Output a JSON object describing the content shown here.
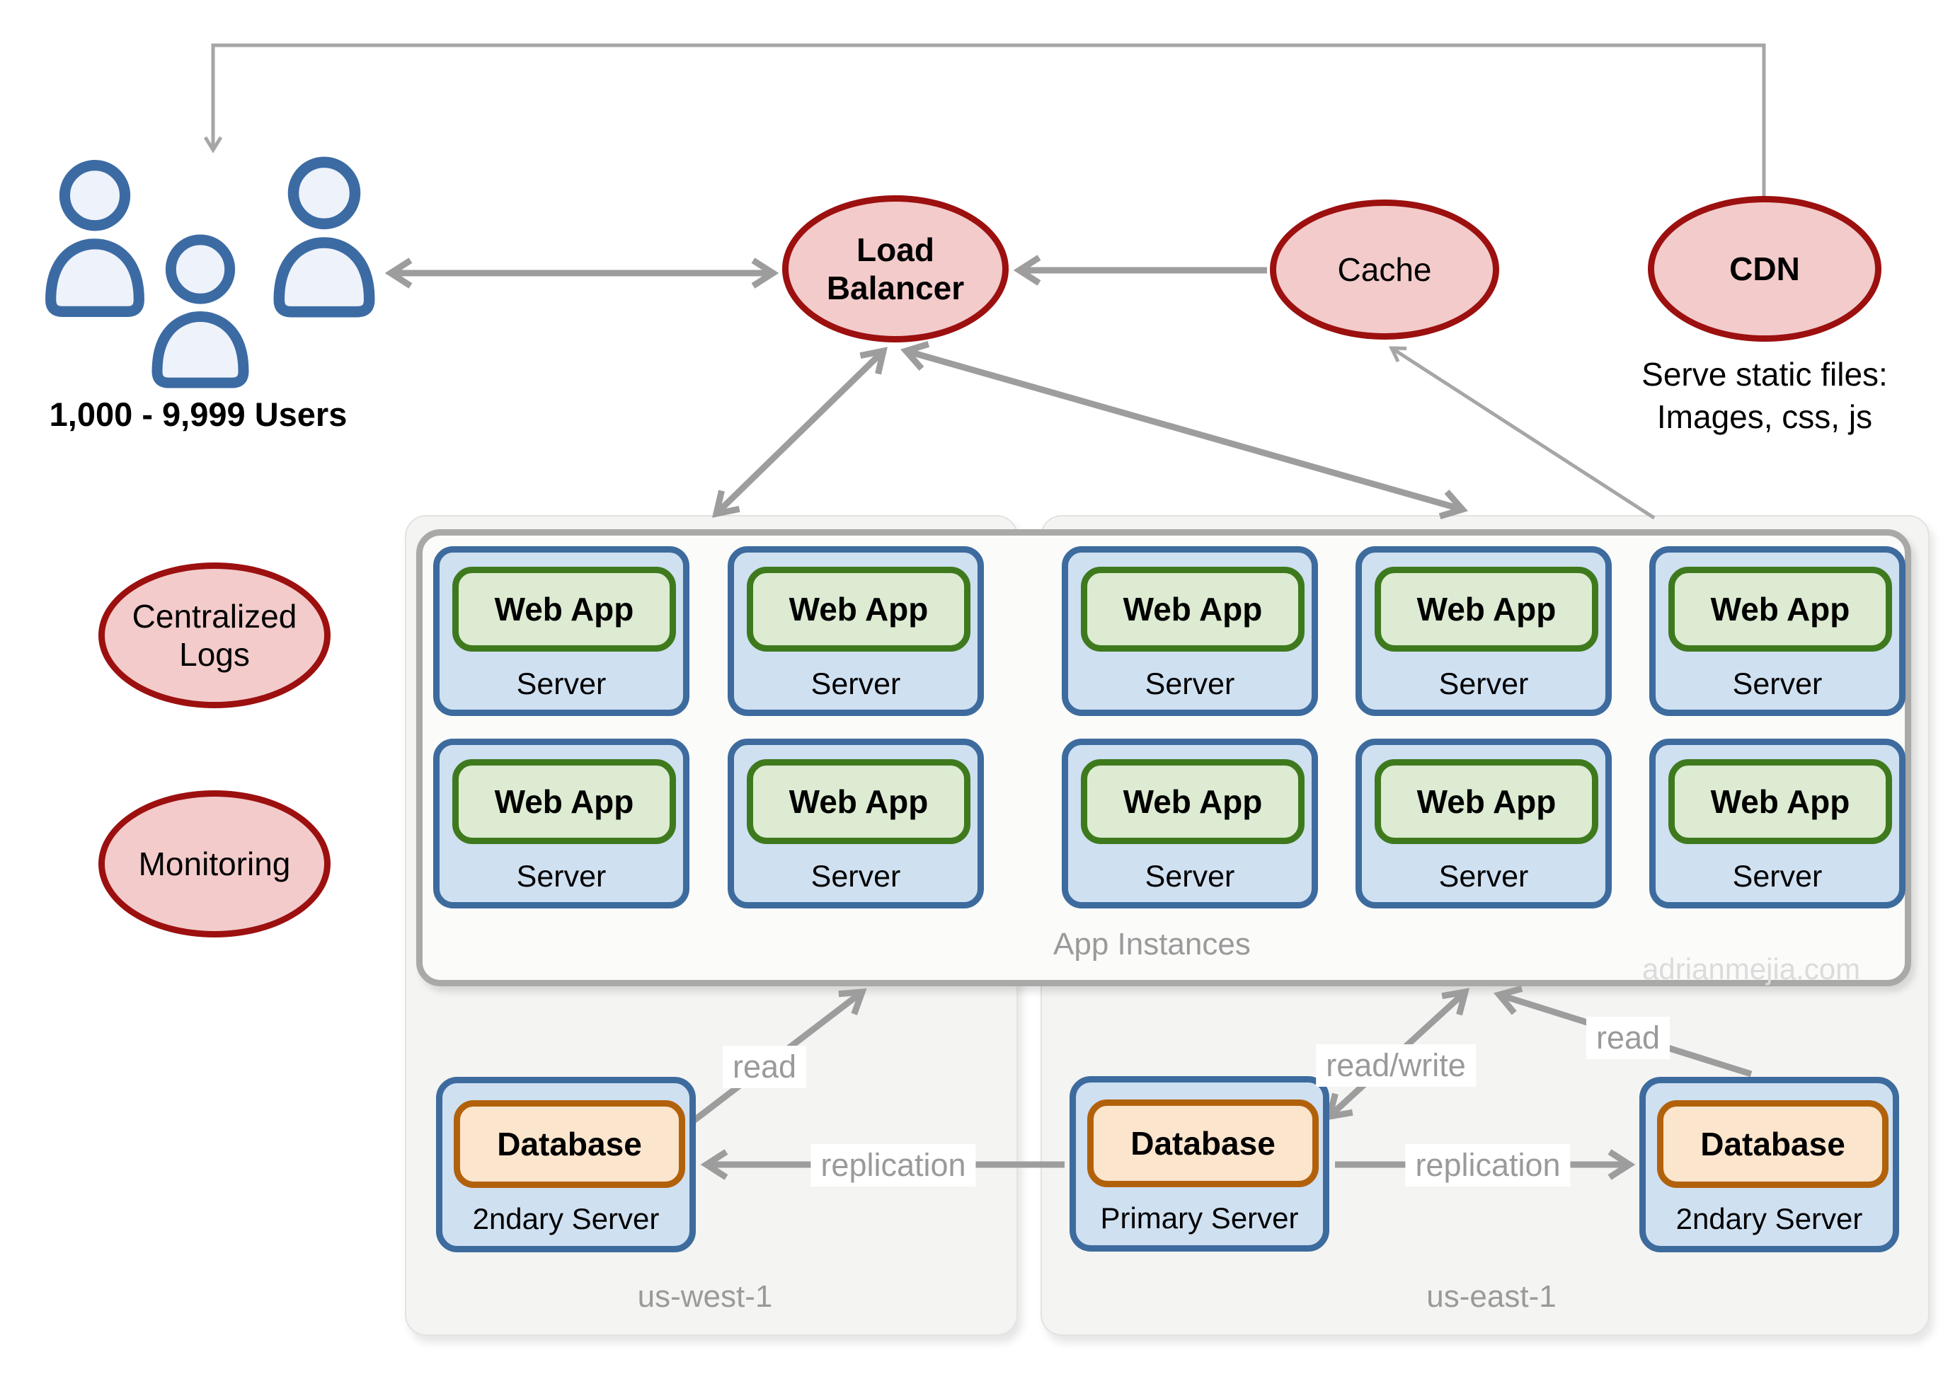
{
  "users": {
    "label": "1,000 - 9,999 Users"
  },
  "nodes": {
    "load_balancer": {
      "label_line1": "Load",
      "label_line2": "Balancer"
    },
    "cache": {
      "label": "Cache"
    },
    "cdn": {
      "label": "CDN",
      "caption_line1": "Serve static files:",
      "caption_line2": "Images, css, js"
    },
    "centralized_logs": {
      "label_line1": "Centralized",
      "label_line2": "Logs"
    },
    "monitoring": {
      "label": "Monitoring"
    }
  },
  "app_instances": {
    "label": "App Instances",
    "web_app": "Web App",
    "server": "Server"
  },
  "regions": {
    "west": {
      "label": "us-west-1"
    },
    "east": {
      "label": "us-east-1"
    }
  },
  "databases": {
    "label": "Database",
    "west": {
      "sublabel": "2ndary Server"
    },
    "primary": {
      "sublabel": "Primary Server"
    },
    "east": {
      "sublabel": "2ndary Server"
    }
  },
  "edges": {
    "read_west": "read",
    "read_east": "read",
    "read_write": "read/write",
    "replication_west": "replication",
    "replication_east": "replication"
  },
  "watermark": "adrianmejia.com",
  "colors": {
    "ellipse_border": "#9c100f",
    "ellipse_fill": "#f3cbcb",
    "server_border": "#3d6b9e",
    "server_fill": "#cfe0f1",
    "webapp_border": "#3e7a1d",
    "webapp_fill": "#dcebd1",
    "database_border": "#b2610b",
    "database_fill": "#fce5cd",
    "arrow": "#9d9d9d",
    "user_icon": "#3c6ba4",
    "muted_label": "#9a9a9a"
  }
}
